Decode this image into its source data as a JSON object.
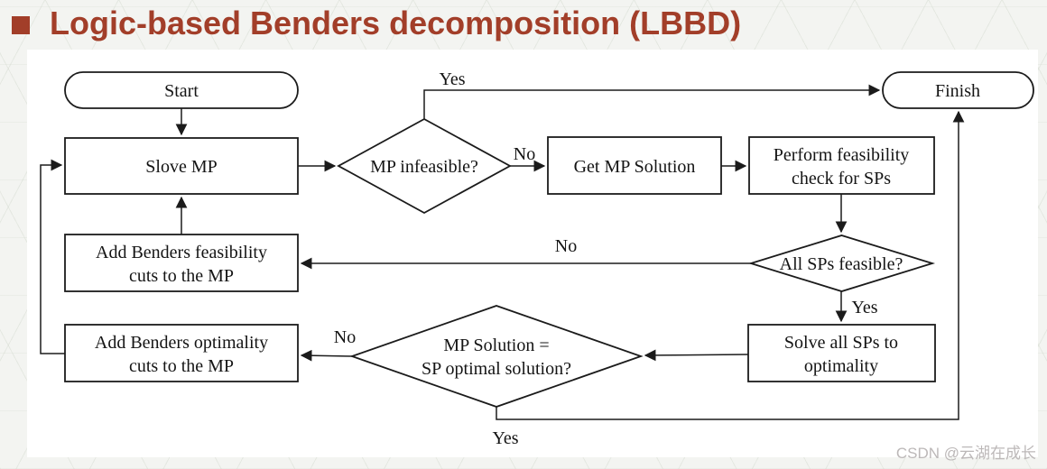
{
  "header": {
    "title": "Logic-based Benders decomposition (LBBD)",
    "title_color": "#a23e29",
    "bullet_icon": "square-bullet"
  },
  "flowchart": {
    "line_color": "#1b1b1b",
    "nodes": {
      "start": {
        "type": "terminator",
        "label": "Start"
      },
      "solve_mp": {
        "type": "process",
        "label": "Slove MP"
      },
      "mp_infeasible": {
        "type": "decision",
        "label": "MP infeasible?"
      },
      "get_mp_solution": {
        "type": "process",
        "label": "Get MP Solution"
      },
      "perform_check": {
        "type": "process",
        "lines": [
          "Perform feasibility",
          "check for SPs"
        ]
      },
      "finish": {
        "type": "terminator",
        "label": "Finish"
      },
      "all_sps_feasible": {
        "type": "decision",
        "label": "All SPs feasible?"
      },
      "add_feasibility_cuts": {
        "type": "process",
        "lines": [
          "Add Benders feasibility",
          "cuts to the MP"
        ]
      },
      "solve_all_sps": {
        "type": "process",
        "lines": [
          "Solve all SPs to",
          "optimality"
        ]
      },
      "mp_solution_eq": {
        "type": "decision",
        "lines": [
          "MP Solution =",
          "SP optimal solution?"
        ]
      },
      "add_optimality_cuts": {
        "type": "process",
        "lines": [
          "Add Benders optimality",
          "cuts to the MP"
        ]
      }
    },
    "edge_labels": {
      "mp_infeasible_yes": "Yes",
      "mp_infeasible_no": "No",
      "all_sps_feasible_no": "No",
      "all_sps_feasible_yes": "Yes",
      "mp_solution_no": "No",
      "mp_solution_yes": "Yes"
    }
  },
  "watermark": "CSDN @云湖在成长"
}
